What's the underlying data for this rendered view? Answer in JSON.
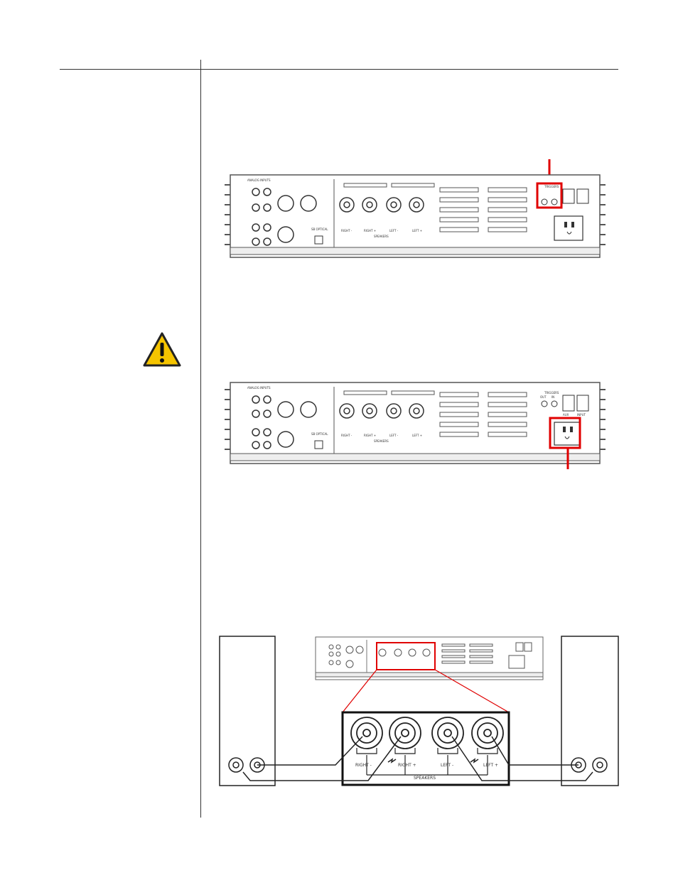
{
  "panel": {
    "analog_inputs": "ANALOG INPUTS",
    "optical": "SB OPTICAL",
    "triggers": "TRIGGERS",
    "trigger_out": "OUT",
    "trigger_in": "IN",
    "aux": "AUX",
    "input": "INPUT",
    "speakers": "SPEAKERS",
    "terminals": [
      "RIGHT -",
      "RIGHT +",
      "LEFT -",
      "LEFT +"
    ]
  },
  "zoom": {
    "terminals": [
      "RIGHT -",
      "RIGHT +",
      "LEFT -",
      "LEFT +"
    ],
    "speakers_label": "SPEAKERS"
  },
  "colors": {
    "highlight": "#e00000",
    "warning_fill": "#f5c400",
    "line": "#444444"
  },
  "icons": [
    "warning-icon",
    "lightning-icon"
  ]
}
